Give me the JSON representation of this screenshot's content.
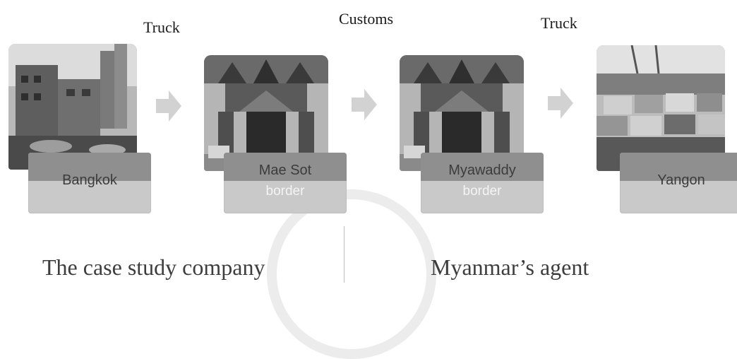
{
  "transport_labels": {
    "leg_1": "Truck",
    "crossing": "Customs",
    "leg_2": "Truck"
  },
  "stages": [
    {
      "name": "Bangkok",
      "sub": ""
    },
    {
      "name": "Mae Sot",
      "sub": "border"
    },
    {
      "name": "Myawaddy",
      "sub": "border"
    },
    {
      "name": "Yangon",
      "sub": ""
    }
  ],
  "parties": {
    "left": "The case study company",
    "right": "Myanmar’s agent"
  },
  "colors": {
    "arrow": "#d2d2d2",
    "caption_dark": "#8f8f8f",
    "caption_light": "#c9c9c9"
  }
}
